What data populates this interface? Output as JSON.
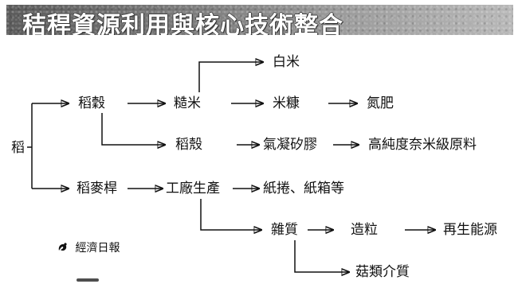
{
  "title": "秸稈資源利用與核心技術整合",
  "nodes": {
    "rice": "稻",
    "rice_husk_1": "稻穀",
    "brown_rice": "糙米",
    "white_rice": "白米",
    "rice_bran": "米糠",
    "nitrogen_fertilizer": "氮肥",
    "rice_husk_2": "稻殼",
    "silica_gel": "氣凝矽膠",
    "nano_material": "高純度奈米級原料",
    "rice_straw": "稻麥桿",
    "factory_production": "工廠生產",
    "paper_products": "紙捲、紙箱等",
    "impurities": "雜質",
    "pellets": "造粒",
    "renewable_energy": "再生能源",
    "mushroom_medium": "菇類介質"
  },
  "source": "經濟日報",
  "colors": {
    "banner": "#6f6f6f",
    "ink": "#111111"
  }
}
